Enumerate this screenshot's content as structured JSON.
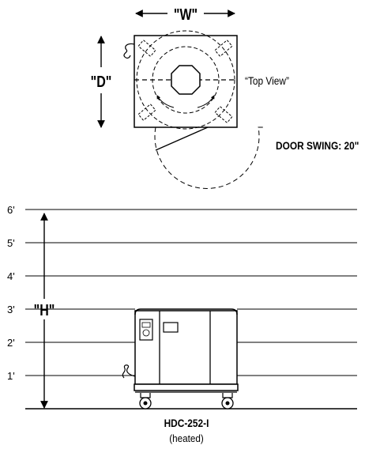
{
  "top_view": {
    "width_label": "\"W\"",
    "depth_label": "\"D\"",
    "view_label": "“Top View”",
    "door_swing_label": "DOOR SWING: 20\""
  },
  "elevation": {
    "height_label": "\"H\"",
    "scale_labels": [
      "6'",
      "5'",
      "4'",
      "3'",
      "2'",
      "1'"
    ]
  },
  "model": {
    "name": "HDC-252-I",
    "subtitle": "(heated)"
  }
}
